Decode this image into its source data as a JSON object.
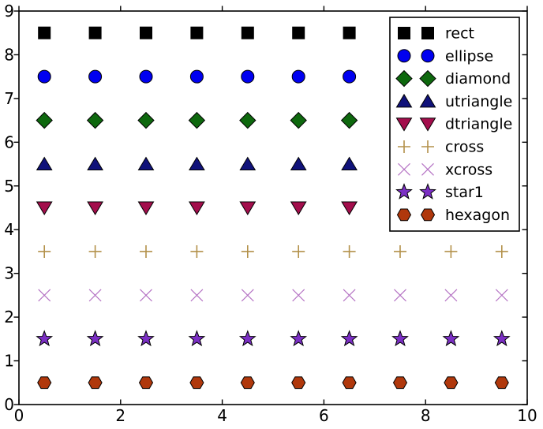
{
  "figure": {
    "kind": "scatter-marker-demo",
    "background": "#ffffff"
  },
  "chart_data": {
    "type": "scatter",
    "title": "",
    "xlabel": "",
    "ylabel": "",
    "xlim": [
      0,
      10
    ],
    "ylim": [
      0,
      9
    ],
    "xticks": [
      "0",
      "2",
      "4",
      "6",
      "8",
      "10"
    ],
    "xtick_values": [
      0,
      2,
      4,
      6,
      8,
      10
    ],
    "yticks": [
      "0",
      "1",
      "2",
      "3",
      "4",
      "5",
      "6",
      "7",
      "8",
      "9"
    ],
    "ytick_values": [
      0,
      1,
      2,
      3,
      4,
      5,
      6,
      7,
      8,
      9
    ],
    "grid": false,
    "x": [
      0.5,
      1.5,
      2.5,
      3.5,
      4.5,
      5.5,
      6.5,
      7.5,
      8.5,
      9.5
    ],
    "series": [
      {
        "name": "rect",
        "marker": "square",
        "color": "#000000",
        "edge": "#000000",
        "y": 8.5
      },
      {
        "name": "ellipse",
        "marker": "circle",
        "color": "#0000f0",
        "edge": "#000000",
        "y": 7.5
      },
      {
        "name": "diamond",
        "marker": "diamond",
        "color": "#0e680e",
        "edge": "#000000",
        "y": 6.5
      },
      {
        "name": "utriangle",
        "marker": "triangle-up",
        "color": "#10127a",
        "edge": "#000000",
        "y": 5.5
      },
      {
        "name": "dtriangle",
        "marker": "triangle-down",
        "color": "#a30e4c",
        "edge": "#000000",
        "y": 4.5
      },
      {
        "name": "cross",
        "marker": "plus",
        "color": "#b3914a",
        "edge": "none",
        "y": 3.5
      },
      {
        "name": "xcross",
        "marker": "xcross",
        "color": "#b573c4",
        "edge": "none",
        "y": 2.5
      },
      {
        "name": "star1",
        "marker": "star",
        "color": "#7b2fc4",
        "edge": "#000000",
        "y": 1.5
      },
      {
        "name": "hexagon",
        "marker": "hexagon",
        "color": "#b0380c",
        "edge": "#000000",
        "y": 0.5
      }
    ],
    "legend": {
      "position": "upper right",
      "points_per_entry": 2,
      "entries": [
        "rect",
        "ellipse",
        "diamond",
        "utriangle",
        "dtriangle",
        "cross",
        "xcross",
        "star1",
        "hexagon"
      ],
      "border_color": "#000000",
      "background": "#ffffff"
    },
    "axis_color": "#000000"
  }
}
